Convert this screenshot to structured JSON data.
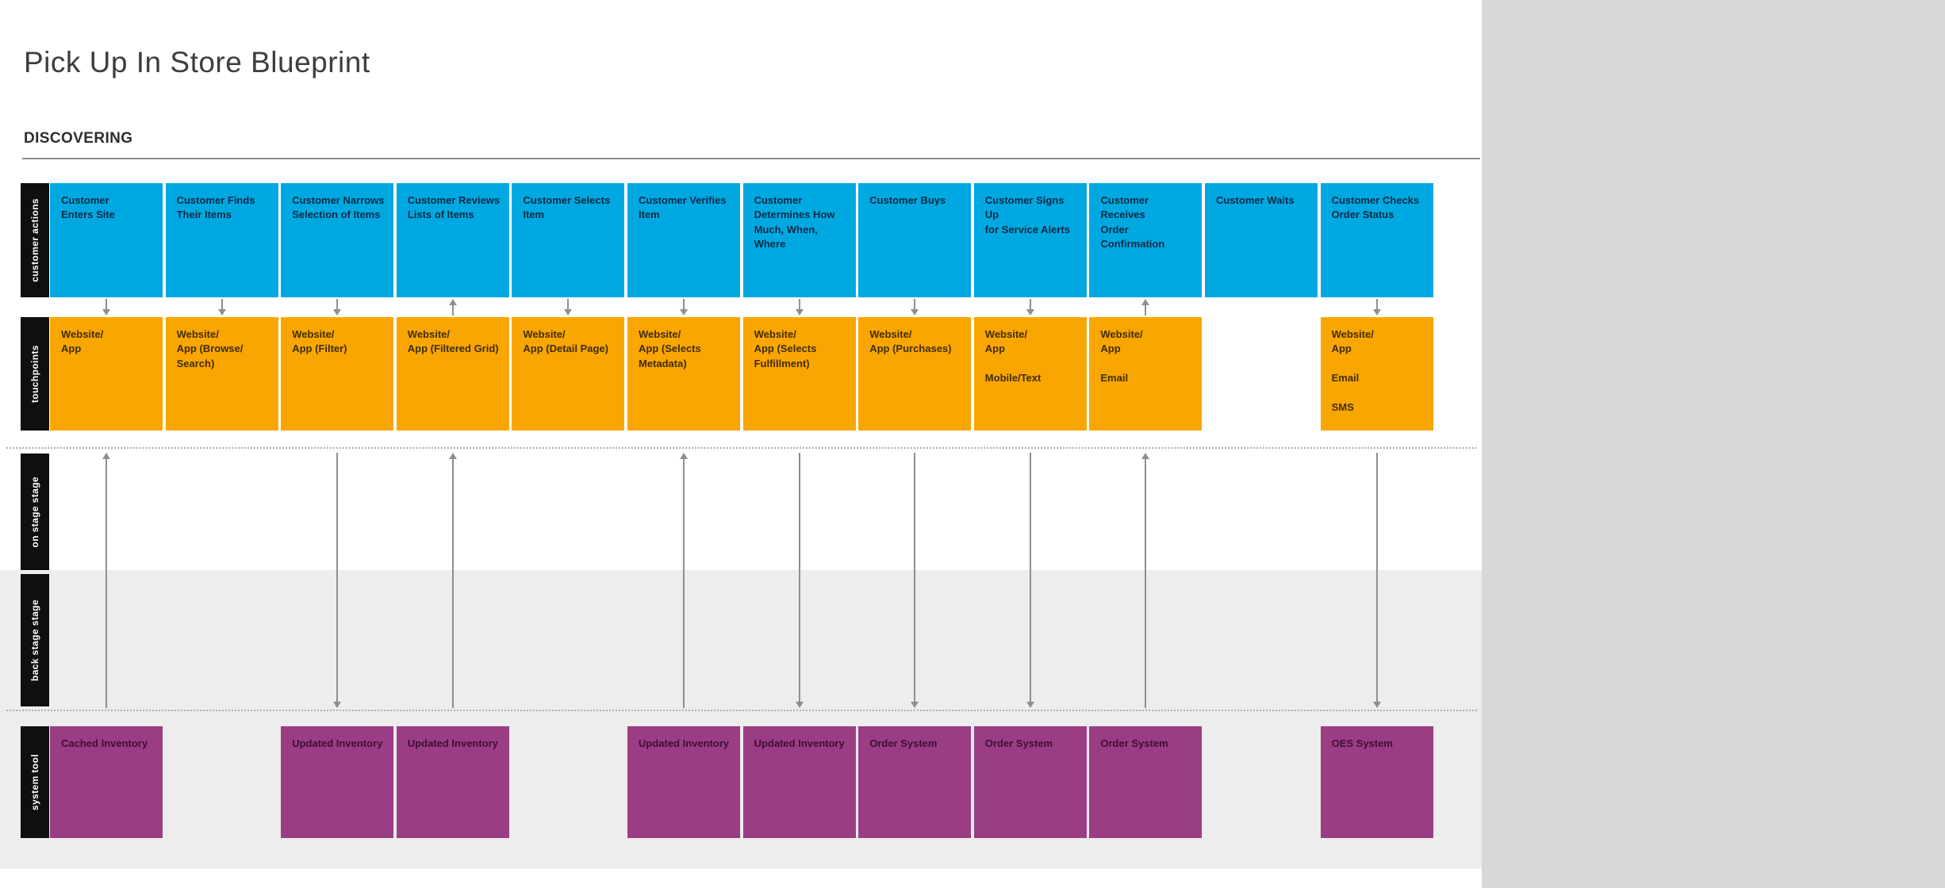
{
  "page": {
    "title": "Pick Up In Store Blueprint",
    "phase_label": "DISCOVERING"
  },
  "lanes": [
    {
      "id": "customer_actions",
      "label": "customer actions"
    },
    {
      "id": "touchpoints",
      "label": "touchpoints"
    },
    {
      "id": "on_stage",
      "label": "on stage stage"
    },
    {
      "id": "back_stage",
      "label": "back stage stage"
    },
    {
      "id": "system_tool",
      "label": "system tool"
    }
  ],
  "columns": [
    {
      "customer_action": "Customer\nEnters Site",
      "touchpoint": "Website/\nApp",
      "action_touchpoint_arrow": "down",
      "stage_flow_arrow": "up",
      "system_tool": "Cached Inventory"
    },
    {
      "customer_action": "Customer Finds\nTheir Items",
      "touchpoint": "Website/\nApp (Browse/\nSearch)",
      "action_touchpoint_arrow": "down",
      "stage_flow_arrow": null,
      "system_tool": null
    },
    {
      "customer_action": "Customer Narrows\nSelection of Items",
      "touchpoint": "Website/\nApp (Filter)",
      "action_touchpoint_arrow": "down",
      "stage_flow_arrow": "down",
      "system_tool": "Updated Inventory"
    },
    {
      "customer_action": "Customer Reviews\nLists of Items",
      "touchpoint": "Website/\nApp (Filtered Grid)",
      "action_touchpoint_arrow": "up",
      "stage_flow_arrow": "up",
      "system_tool": "Updated Inventory"
    },
    {
      "customer_action": "Customer Selects\nItem",
      "touchpoint": "Website/\nApp (Detail Page)",
      "action_touchpoint_arrow": "down",
      "stage_flow_arrow": null,
      "system_tool": null
    },
    {
      "customer_action": "Customer Verifies\nItem",
      "touchpoint": "Website/\nApp (Selects\nMetadata)",
      "action_touchpoint_arrow": "down",
      "stage_flow_arrow": "up",
      "system_tool": "Updated Inventory"
    },
    {
      "customer_action": "Customer\nDetermines How\nMuch, When, Where",
      "touchpoint": "Website/\nApp (Selects\nFulfillment)",
      "action_touchpoint_arrow": "down",
      "stage_flow_arrow": "down",
      "system_tool": "Updated Inventory"
    },
    {
      "customer_action": "Customer Buys",
      "touchpoint": "Website/\nApp (Purchases)",
      "action_touchpoint_arrow": "down",
      "stage_flow_arrow": "down",
      "system_tool": "Order System"
    },
    {
      "customer_action": "Customer Signs Up\nfor Service Alerts",
      "touchpoint": "Website/\nApp\n\nMobile/Text",
      "action_touchpoint_arrow": "down",
      "stage_flow_arrow": "down",
      "system_tool": "Order System"
    },
    {
      "customer_action": "Customer Receives\nOrder Confirmation",
      "touchpoint": "Website/\nApp\n\nEmail",
      "action_touchpoint_arrow": "up",
      "stage_flow_arrow": "up",
      "system_tool": "Order System"
    },
    {
      "customer_action": "Customer Waits",
      "touchpoint": null,
      "action_touchpoint_arrow": null,
      "stage_flow_arrow": null,
      "system_tool": null
    },
    {
      "customer_action": "Customer Checks\nOrder Status",
      "touchpoint": "Website/\nApp\n\nEmail\n\nSMS",
      "action_touchpoint_arrow": "down",
      "stage_flow_arrow": "down",
      "system_tool": "OES System"
    }
  ],
  "colors": {
    "customer_action_fill": "#00A8E1",
    "customer_action_text": "#0D2B45",
    "touchpoint_fill": "#F9A602",
    "touchpoint_text": "#3F2D05",
    "system_tool_fill": "#9B3D85",
    "system_tool_text": "#3C0F33",
    "lane_bar_fill": "#0F0F0F",
    "lane_bar_text": "#FFFFFF",
    "backstage_band": "#EDEDED",
    "right_panel": "#D8D8D8",
    "arrow": "#8F8F8F"
  }
}
